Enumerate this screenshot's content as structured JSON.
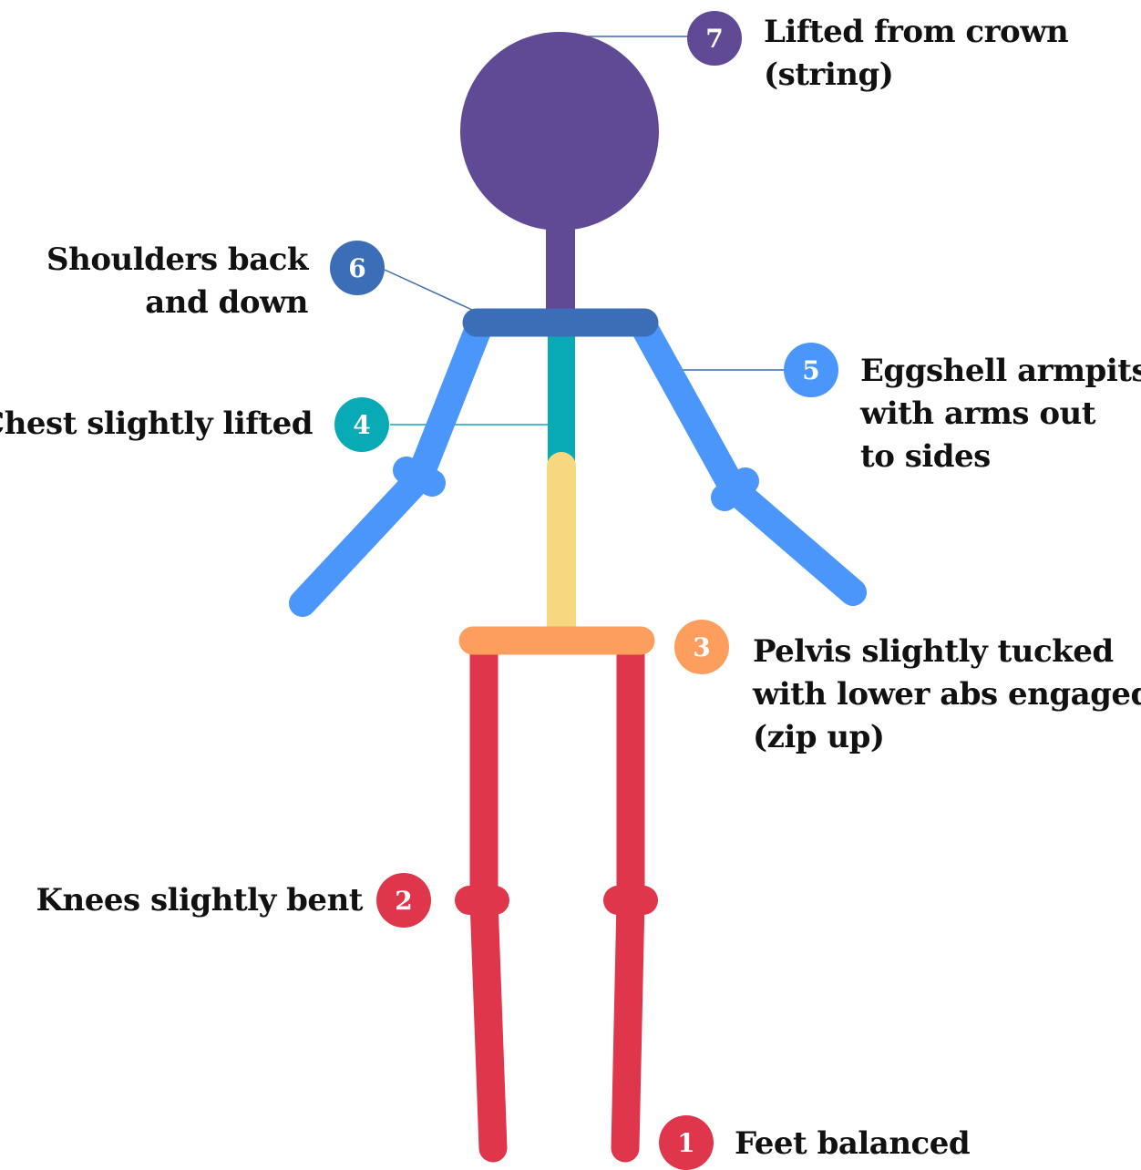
{
  "colors": {
    "head": "#604A95",
    "shoulders": "#3C6DB7",
    "arms": "#4A96FB",
    "chest": "#08AAB5",
    "abdomen": "#F6D880",
    "pelvis": "#FE9E5E",
    "legs": "#E0364C",
    "leader_line": "#3C6DB7"
  },
  "annotations": [
    {
      "number": "7",
      "lines": [
        "Lifted from crown",
        "(string)"
      ]
    },
    {
      "number": "6",
      "lines": [
        "Shoulders back",
        "and down"
      ]
    },
    {
      "number": "5",
      "lines": [
        "Eggshell armpits",
        "with arms out",
        "to sides"
      ]
    },
    {
      "number": "4",
      "lines": [
        "Chest slightly lifted"
      ]
    },
    {
      "number": "3",
      "lines": [
        "Pelvis slightly tucked",
        "with lower abs engaged",
        "(zip up)"
      ]
    },
    {
      "number": "2",
      "lines": [
        "Knees slightly bent"
      ]
    },
    {
      "number": "1",
      "lines": [
        "Feet balanced"
      ]
    }
  ]
}
